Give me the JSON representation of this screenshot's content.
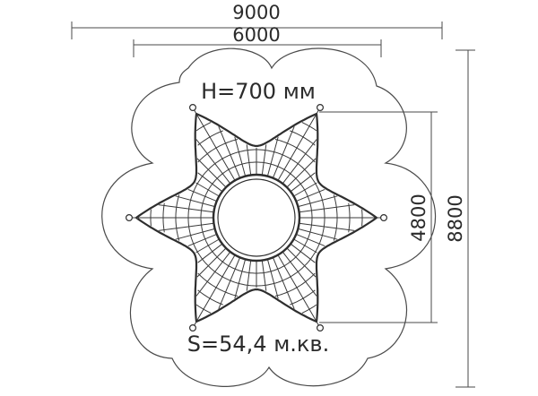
{
  "dimensions": {
    "overall_width": "9000",
    "inner_width": "6000",
    "net_span": "4800",
    "overall_height": "8800"
  },
  "annotations": {
    "height": "H=700 мм",
    "area": "S=54,4 м.кв."
  },
  "colors": {
    "line": "#4a4a4a",
    "net": "#2e2e2e",
    "background": "#ffffff"
  }
}
